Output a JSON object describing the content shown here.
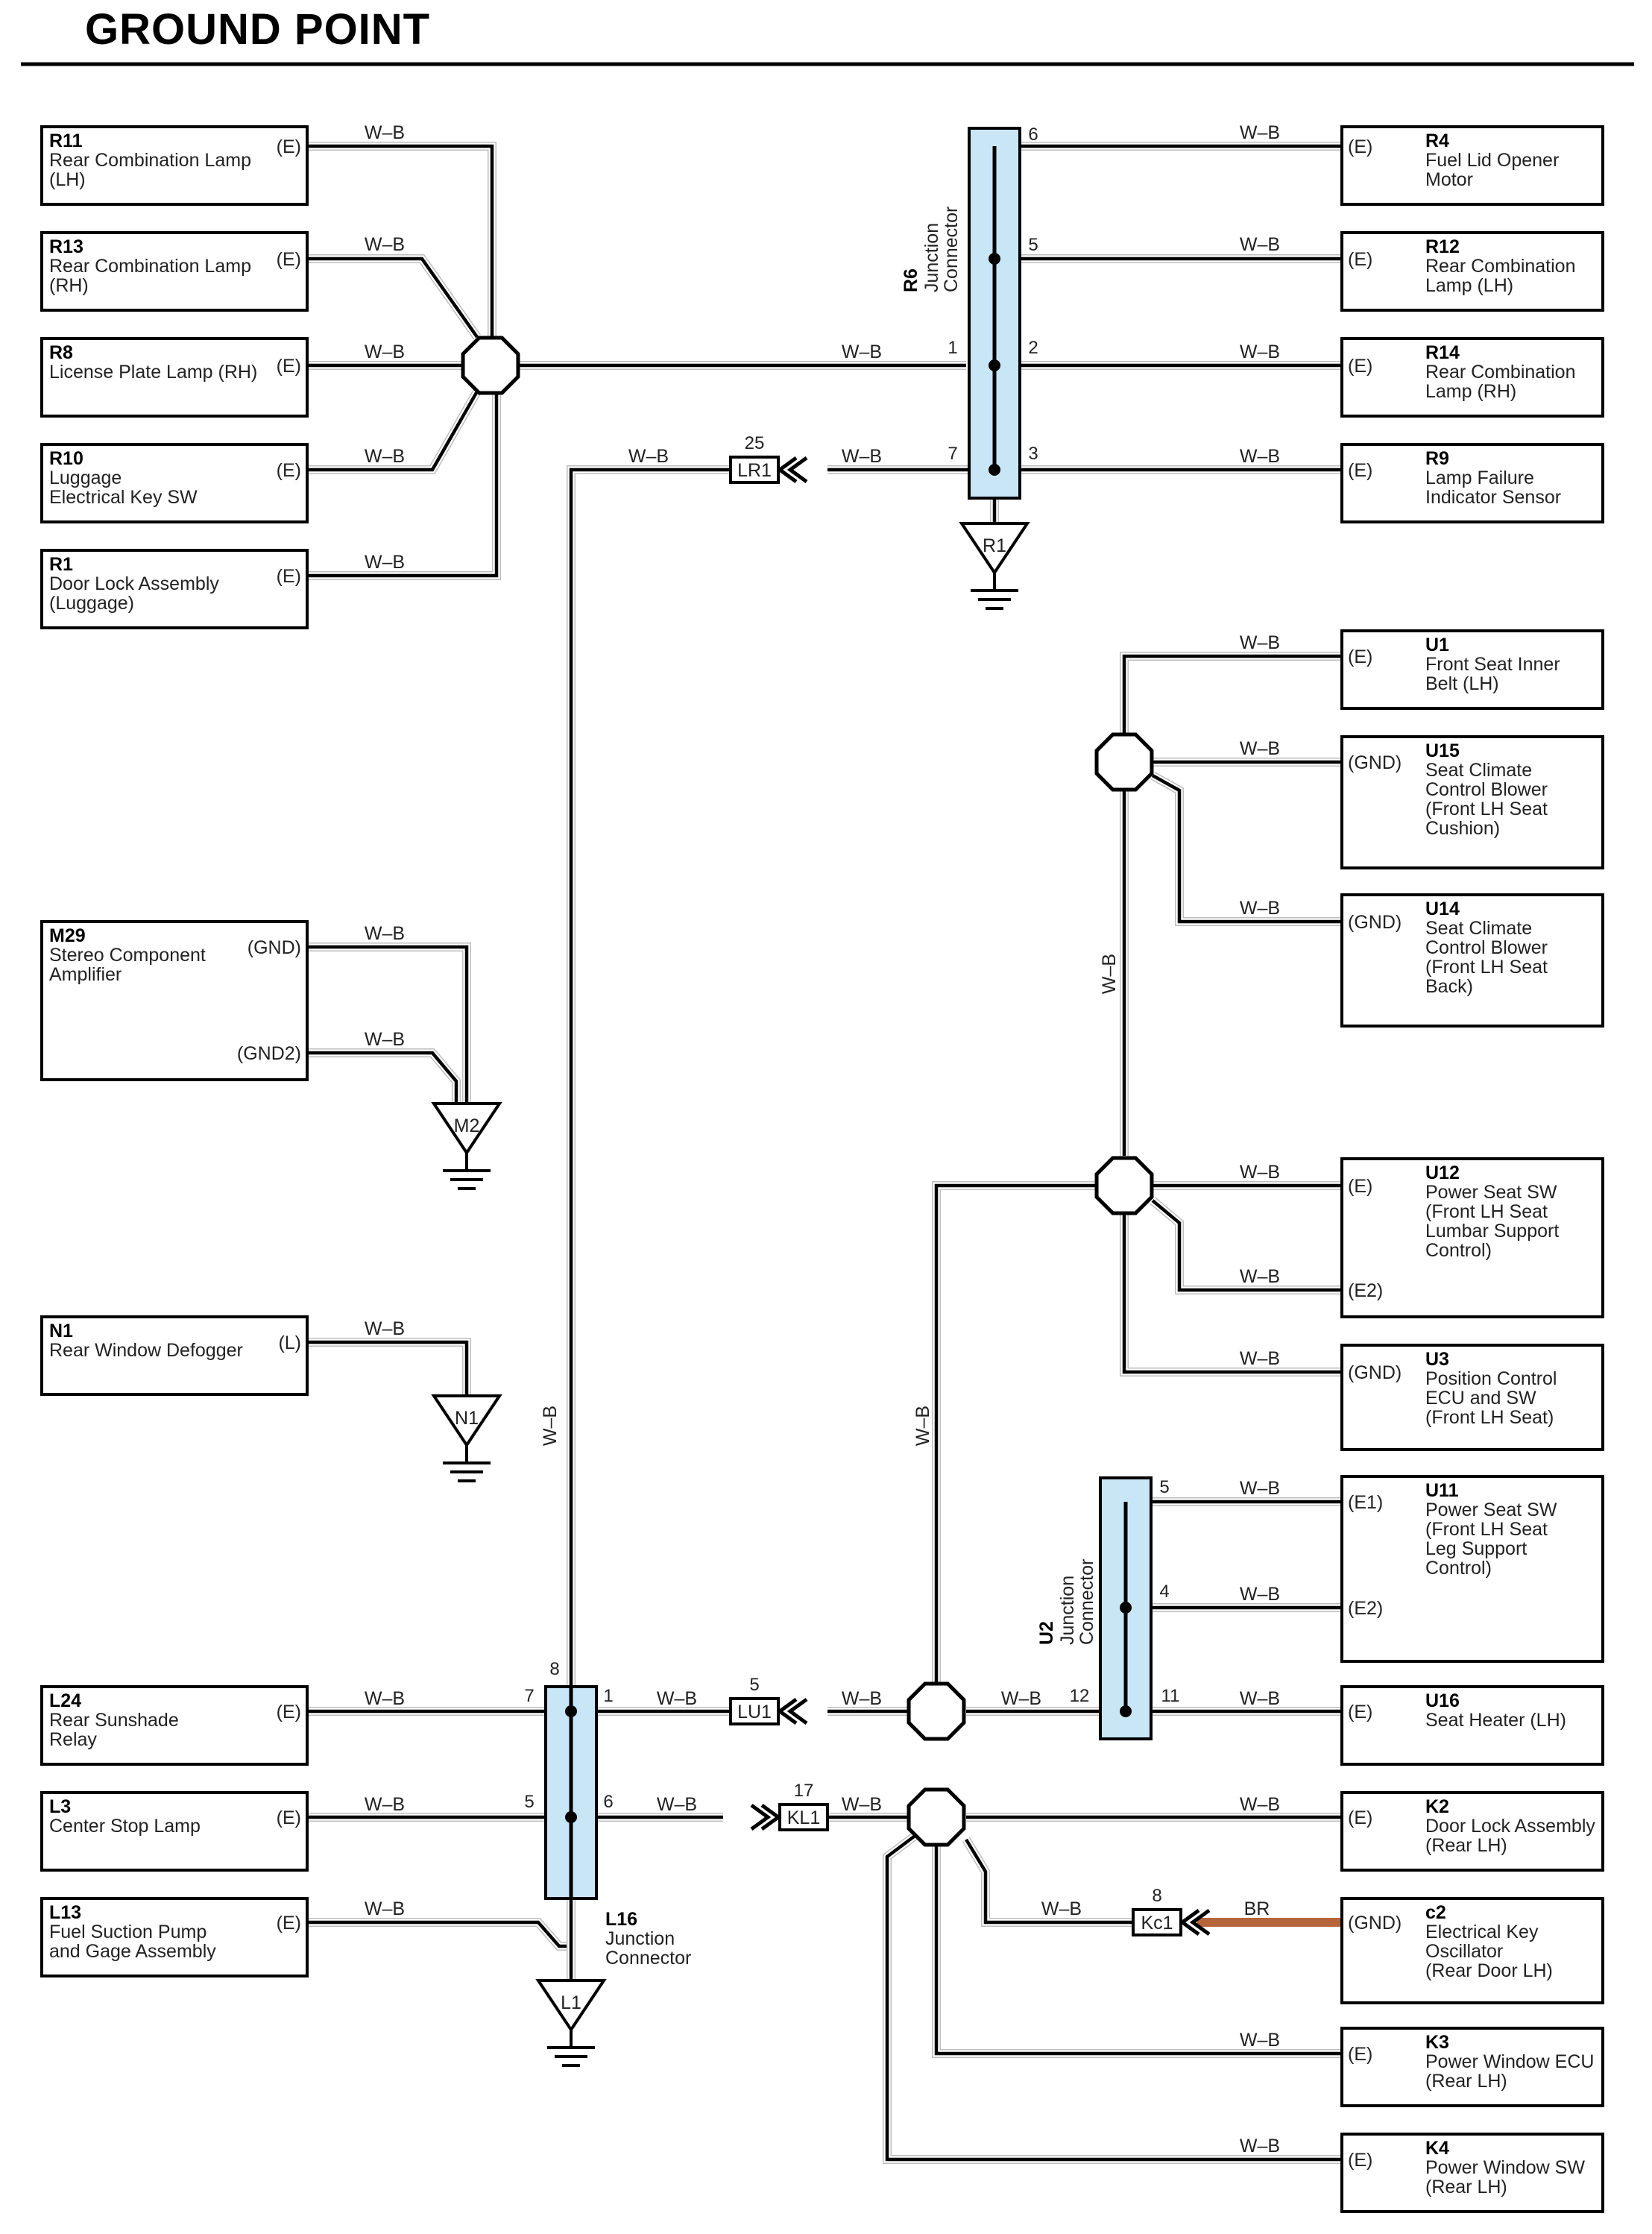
{
  "title": "GROUND POINT",
  "wire_color": "W–B",
  "br_wire_color": "BR",
  "colors": {
    "jc_fill": "#c9e6f7",
    "br_wire": "#b5653a",
    "wire_outer": "#bdbdbd",
    "wire_inner": "#000000"
  },
  "components": {
    "R11": {
      "code": "R11",
      "lines": [
        "Rear Combination Lamp",
        "(LH)"
      ],
      "terminal": "(E)"
    },
    "R13": {
      "code": "R13",
      "lines": [
        "Rear Combination Lamp",
        "(RH)"
      ],
      "terminal": "(E)"
    },
    "R8": {
      "code": "R8",
      "lines": [
        "License Plate Lamp (RH)"
      ],
      "terminal": "(E)"
    },
    "R10": {
      "code": "R10",
      "lines": [
        "Luggage",
        "Electrical Key SW"
      ],
      "terminal": "(E)"
    },
    "R1": {
      "code": "R1",
      "lines": [
        "Door Lock Assembly",
        "(Luggage)"
      ],
      "terminal": "(E)"
    },
    "M29": {
      "code": "M29",
      "lines": [
        "Stereo Component",
        "Amplifier"
      ],
      "terminal": "(GND)",
      "terminal2": "(GND2)"
    },
    "N1": {
      "code": "N1",
      "lines": [
        "Rear Window Defogger"
      ],
      "terminal": "(L)"
    },
    "L24": {
      "code": "L24",
      "lines": [
        "Rear Sunshade",
        "Relay"
      ],
      "terminal": "(E)"
    },
    "L3": {
      "code": "L3",
      "lines": [
        "Center Stop Lamp"
      ],
      "terminal": "(E)"
    },
    "L13": {
      "code": "L13",
      "lines": [
        "Fuel Suction Pump",
        "and Gage Assembly"
      ],
      "terminal": "(E)"
    },
    "R4": {
      "code": "R4",
      "lines": [
        "Fuel Lid Opener",
        "Motor"
      ],
      "terminal": "(E)"
    },
    "R12": {
      "code": "R12",
      "lines": [
        "Rear Combination",
        "Lamp (LH)"
      ],
      "terminal": "(E)"
    },
    "R14": {
      "code": "R14",
      "lines": [
        "Rear Combination",
        "Lamp (RH)"
      ],
      "terminal": "(E)"
    },
    "R9": {
      "code": "R9",
      "lines": [
        "Lamp Failure",
        "Indicator Sensor"
      ],
      "terminal": "(E)"
    },
    "U1": {
      "code": "U1",
      "lines": [
        "Front Seat Inner",
        "Belt (LH)"
      ],
      "terminal": "(E)"
    },
    "U15": {
      "code": "U15",
      "lines": [
        "Seat Climate",
        "Control Blower",
        "(Front LH Seat",
        " Cushion)"
      ],
      "terminal": "(GND)"
    },
    "U14": {
      "code": "U14",
      "lines": [
        "Seat Climate",
        "Control Blower",
        "(Front LH Seat",
        " Back)"
      ],
      "terminal": "(GND)"
    },
    "U12": {
      "code": "U12",
      "lines": [
        "Power Seat SW",
        "(Front LH Seat",
        " Lumbar Support",
        " Control)"
      ],
      "terminal": "(E)",
      "terminal2": "(E2)"
    },
    "U3": {
      "code": "U3",
      "lines": [
        "Position Control",
        "ECU and SW",
        "(Front LH Seat)"
      ],
      "terminal": "(GND)"
    },
    "U11": {
      "code": "U11",
      "lines": [
        "Power Seat SW",
        "(Front LH Seat",
        " Leg Support",
        " Control)"
      ],
      "terminal": "(E1)",
      "terminal2": "(E2)"
    },
    "U16": {
      "code": "U16",
      "lines": [
        "Seat Heater (LH)"
      ],
      "terminal": "(E)"
    },
    "K2": {
      "code": "K2",
      "lines": [
        "Door Lock Assembly",
        "(Rear LH)"
      ],
      "terminal": "(E)"
    },
    "c2": {
      "code": "c2",
      "lines": [
        "Electrical Key",
        "Oscillator",
        "(Rear Door LH)"
      ],
      "terminal": "(GND)"
    },
    "K3": {
      "code": "K3",
      "lines": [
        "Power Window ECU",
        "(Rear LH)"
      ],
      "terminal": "(E)"
    },
    "K4": {
      "code": "K4",
      "lines": [
        "Power Window SW",
        "(Rear LH)"
      ],
      "terminal": "(E)"
    }
  },
  "junctions": {
    "R6": {
      "code": "R6",
      "label": [
        "Junction",
        "Connector"
      ]
    },
    "U2": {
      "code": "U2",
      "label": [
        "Junction",
        "Connector"
      ]
    },
    "L16": {
      "code": "L16",
      "label": [
        "Junction",
        "Connector"
      ]
    }
  },
  "grounds": [
    "R1",
    "M2",
    "N1",
    "L1"
  ],
  "connectors": {
    "LR1": {
      "label": "LR1",
      "pin": "25"
    },
    "LU1": {
      "label": "LU1",
      "pin": "5"
    },
    "KL1": {
      "label": "KL1",
      "pin": "17"
    },
    "Kc1": {
      "label": "Kc1",
      "pin": "8"
    }
  },
  "pins": {
    "r6": [
      "6",
      "5",
      "1",
      "2",
      "7",
      "3"
    ],
    "u2": [
      "5",
      "4",
      "12",
      "11"
    ],
    "l16": [
      "8",
      "7",
      "1",
      "5",
      "6"
    ]
  }
}
